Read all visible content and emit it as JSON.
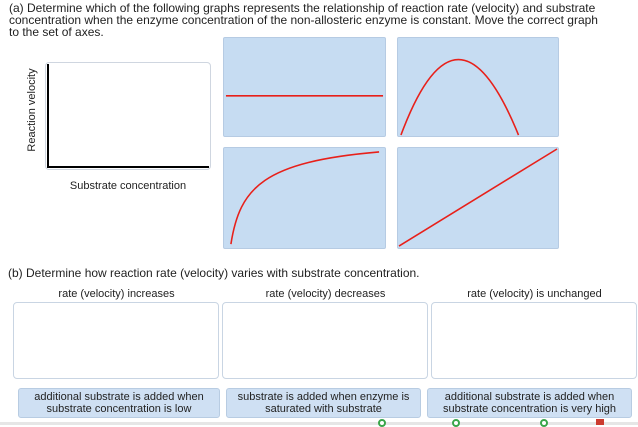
{
  "question_a": {
    "text": "(a) Determine which of the following graphs represents the relationship of reaction rate (velocity) and substrate concentration when the enzyme concentration of the non-allosteric enzyme is constant. Move the correct graph to the set of axes."
  },
  "axes": {
    "y_label": "Reaction velocity",
    "x_label": "Substrate concentration"
  },
  "graph_cards": {
    "fill_color": "#c6dcf2",
    "curve_color": "#e8201a",
    "shapes": [
      "flat-line",
      "bell-curve",
      "saturation-curve",
      "linear-line"
    ]
  },
  "question_b": {
    "text": "(b) Determine how reaction rate (velocity) varies with substrate concentration."
  },
  "columns": {
    "increases": "rate (velocity) increases",
    "decreases": "rate (velocity) decreases",
    "unchanged": "rate (velocity) is unchanged"
  },
  "chips": {
    "low": "additional substrate is added when substrate concentration is low",
    "saturated": "substrate is added when enzyme is saturated with substrate",
    "high": "additional substrate is added when substrate concentration is very high"
  },
  "colors": {
    "chip_bg": "#cfe0f3",
    "drop_border": "#c9d5e3"
  }
}
